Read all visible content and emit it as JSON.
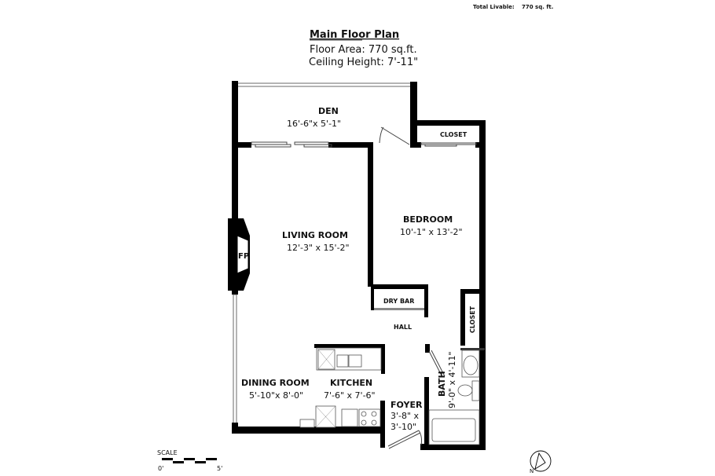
{
  "header": {
    "total_livable_label": "Total Livable:",
    "total_livable_value": "770 sq. ft.",
    "title": "Main Floor Plan",
    "floor_area": "Floor Area: 770 sq.ft.",
    "ceiling_height": "Ceiling Height: 7'-11\""
  },
  "rooms": {
    "den": {
      "name": "DEN",
      "size": "16'-6\"x  5'-1\""
    },
    "closet_top": {
      "name": "CLOSET"
    },
    "bedroom": {
      "name": "BEDROOM",
      "size": "10'-1\" x 13'-2\""
    },
    "living": {
      "name": "LIVING ROOM",
      "size": "12'-3\" x 15'-2\""
    },
    "fireplace": {
      "name": "FP"
    },
    "dry_bar": {
      "name": "DRY BAR"
    },
    "hall": {
      "name": "HALL"
    },
    "closet_side": {
      "name": "CLOSET"
    },
    "dining": {
      "name": "DINING ROOM",
      "size": "5'-10\"x  8'-0\""
    },
    "kitchen": {
      "name": "KITCHEN",
      "size": "7'-6\" x 7'-6\""
    },
    "foyer": {
      "name": "FOYER",
      "size_line1": "3'-8\" x",
      "size_line2": "3'-10\""
    },
    "bath": {
      "name": "BATH",
      "size": "9'-0\" x 4'-11\""
    }
  },
  "scale": {
    "label": "SCALE",
    "start": "0'",
    "end": "5'"
  },
  "compass": {
    "label": "N",
    "icon": "north-arrow-icon"
  }
}
